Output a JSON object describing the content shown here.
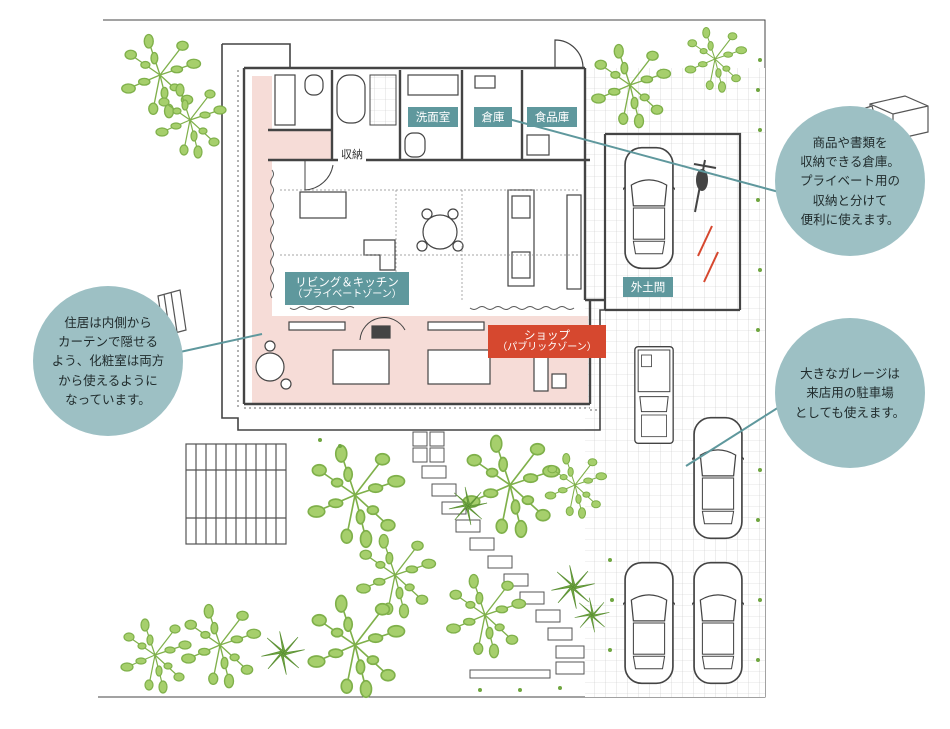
{
  "rooms": {
    "washroom": "洗面室",
    "storage": "倉庫",
    "pantry": "食品庫",
    "closet": "収納",
    "living_title": "リビング＆キッチン",
    "living_zone": "（プライベートゾーン）",
    "shop_title": "ショップ",
    "shop_zone": "（パブリックゾーン）",
    "garage": "外土間"
  },
  "callouts": {
    "storage_note": "商品や書類を\n収納できる倉庫。\nプライベート用の\n収納と分けて\n便利に使えます。",
    "curtain_note": "住居は内側から\nカーテンで隠せる\nよう、化粧室は両方\nから使えるように\nなっています。",
    "garage_note": "大きなガレージは\n来店用の駐車場\nとしても使えます。"
  },
  "colors": {
    "private_zone_fill": "#f6dcd7",
    "label_teal": "#5f989d",
    "label_red": "#d6482f",
    "bubble_fill": "#9dc0c4",
    "greenery": "#8fc15a",
    "wall": "#444444"
  },
  "icons": [
    "plant-icon",
    "car-icon",
    "motorcycle-icon",
    "bicycle-icon",
    "boxes-icon",
    "door-swing-icon"
  ]
}
